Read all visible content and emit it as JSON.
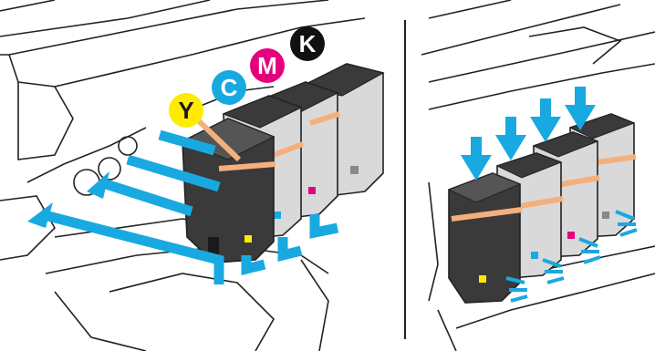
{
  "badges": [
    {
      "letter": "Y",
      "color": "#FFEB00",
      "text_color": "#1a1a1a"
    },
    {
      "letter": "C",
      "color": "#19A9E1",
      "text_color": "#ffffff"
    },
    {
      "letter": "M",
      "color": "#E6007E",
      "text_color": "#ffffff"
    },
    {
      "letter": "K",
      "color": "#111111",
      "text_color": "#ffffff"
    }
  ],
  "colors": {
    "accent": "#19A9E1",
    "strap": "#F4B07C",
    "cartridge": "#3a3a3a",
    "cartridge_light": "#d9d9d9",
    "line": "#222222"
  },
  "panels": [
    "left",
    "right"
  ]
}
